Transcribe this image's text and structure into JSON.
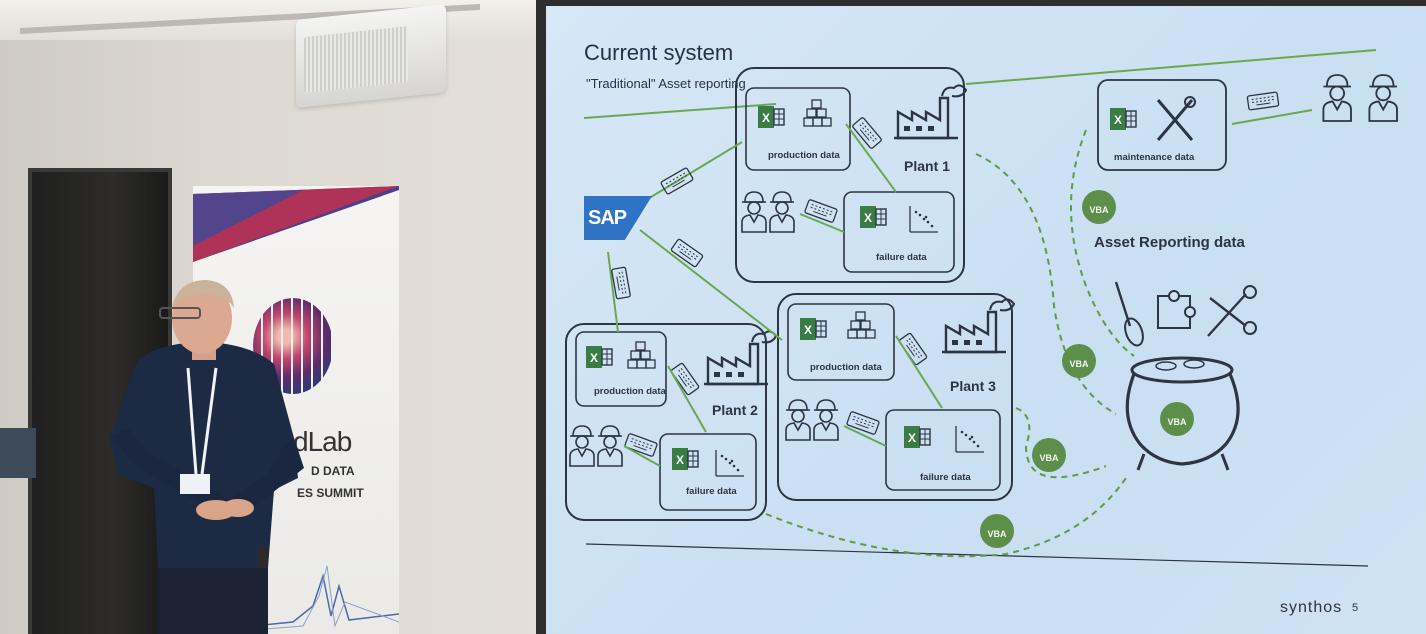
{
  "banner": {
    "brand_fragment": "dLab",
    "line2": "D DATA",
    "line3": "ES SUMMIT"
  },
  "slide": {
    "title": "Current system",
    "subtitle": "\"Traditional\" Asset reporting",
    "source_logo": "SAP",
    "asset_reporting_title": "Asset Reporting data",
    "maintenance_label": "maintenance data",
    "plants": [
      {
        "name": "Plant 1",
        "production_label": "production data",
        "failure_label": "failure data"
      },
      {
        "name": "Plant 2",
        "production_label": "production data",
        "failure_label": "failure data"
      },
      {
        "name": "Plant 3",
        "production_label": "production data",
        "failure_label": "failure data"
      }
    ],
    "vba_badge": "VBA",
    "footer_brand": "synthos",
    "page_number": "5"
  },
  "colors": {
    "slide_bg": "#cfe2f4",
    "line_green": "#6aa84f",
    "dashed_green": "#5e9a48",
    "outline": "#2d3442",
    "sap_blue": "#2e73c4",
    "excel_green": "#3a7d44",
    "vba_green": "#5e8f4a"
  },
  "icons": [
    "excel-icon",
    "boxes-icon",
    "factory-icon",
    "keyboard-icon",
    "worker-icon",
    "scatter-icon",
    "tools-icon",
    "whisk-icon",
    "puzzle-icon",
    "scissors-icon",
    "cauldron-icon",
    "vba-icon"
  ]
}
